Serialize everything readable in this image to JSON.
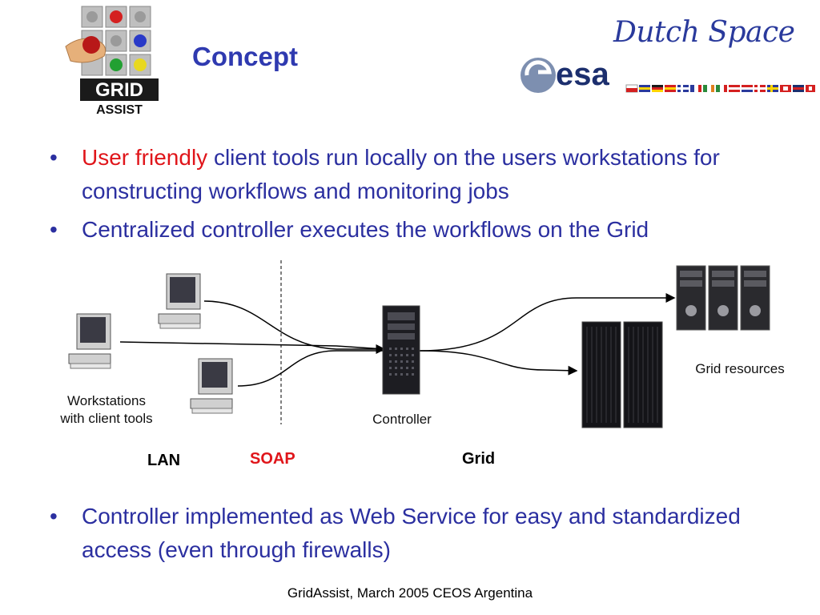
{
  "slide": {
    "title": "Concept",
    "logo_grid_assist": {
      "line1": "GRID",
      "line2": "ASSIST"
    },
    "dutch_space": "Dutch Space",
    "esa": "esa",
    "bullets": [
      {
        "highlight": "User friendly",
        "text": " client tools run locally on the users workstations for constructing workflows and monitoring jobs"
      },
      {
        "text": "Centralized controller executes the workflows on the Grid"
      },
      {
        "text": "Controller implemented as Web Service for easy and standardized access (even through firewalls)"
      }
    ],
    "bullet_char": "•",
    "diagram": {
      "workstations_label_1": "Workstations",
      "workstations_label_2": "with client tools",
      "controller_label": "Controller",
      "grid_resources_label": "Grid resources",
      "lan_label": "LAN",
      "soap_label": "SOAP",
      "grid_label": "Grid"
    },
    "footer": "GridAssist, March 2005 CEOS Argentina",
    "colors": {
      "text": "#2b2fa0",
      "highlight": "#e0151a",
      "title": "#2f3ab0"
    }
  }
}
